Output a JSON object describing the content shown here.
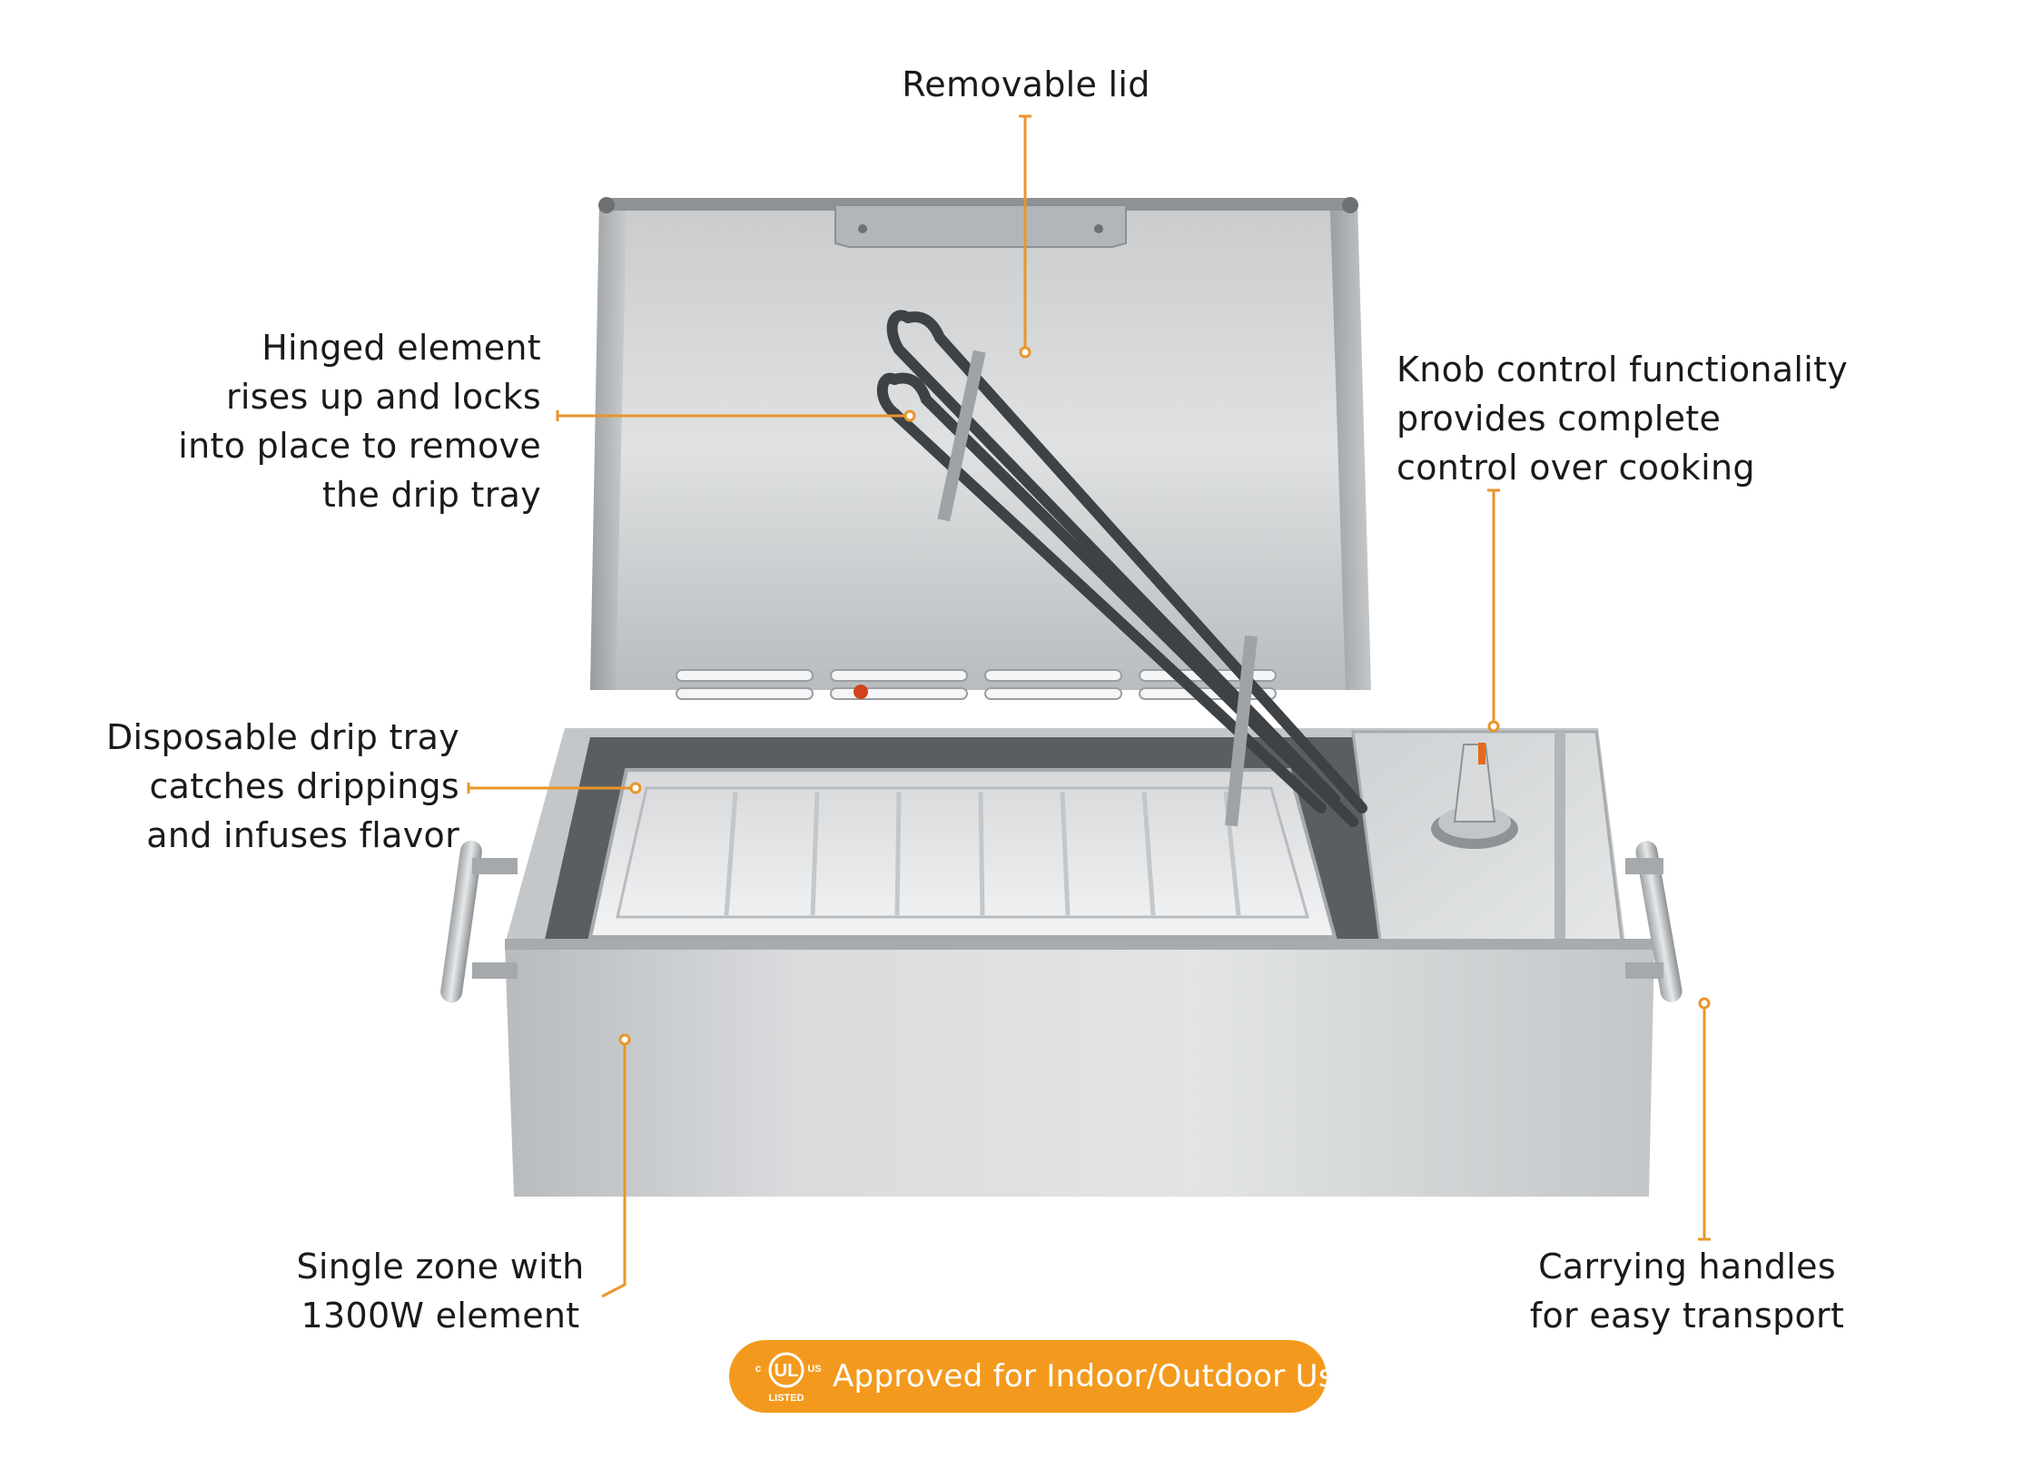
{
  "callouts": {
    "removable_lid": [
      "Removable lid"
    ],
    "hinged_element": [
      "Hinged element",
      "rises up and locks",
      "into place to remove",
      "the drip tray"
    ],
    "knob_control": [
      "Knob control functionality",
      "provides complete",
      "control over cooking"
    ],
    "drip_tray": [
      "Disposable drip tray",
      "catches drippings",
      "and infuses flavor"
    ],
    "single_zone": [
      "Single zone with",
      "1300W element"
    ],
    "carrying_handles": [
      "Carrying handles",
      "for easy transport"
    ]
  },
  "badge": {
    "ul_c": "c",
    "ul_us": "US",
    "ul_letters": "UL",
    "ul_listed": "LISTED",
    "text": "Approved for Indoor/Outdoor Use"
  },
  "colors": {
    "accent": "#f39a1e",
    "leader_line": "#e8962a",
    "text": "#1a1a1a",
    "background": "#ffffff"
  }
}
